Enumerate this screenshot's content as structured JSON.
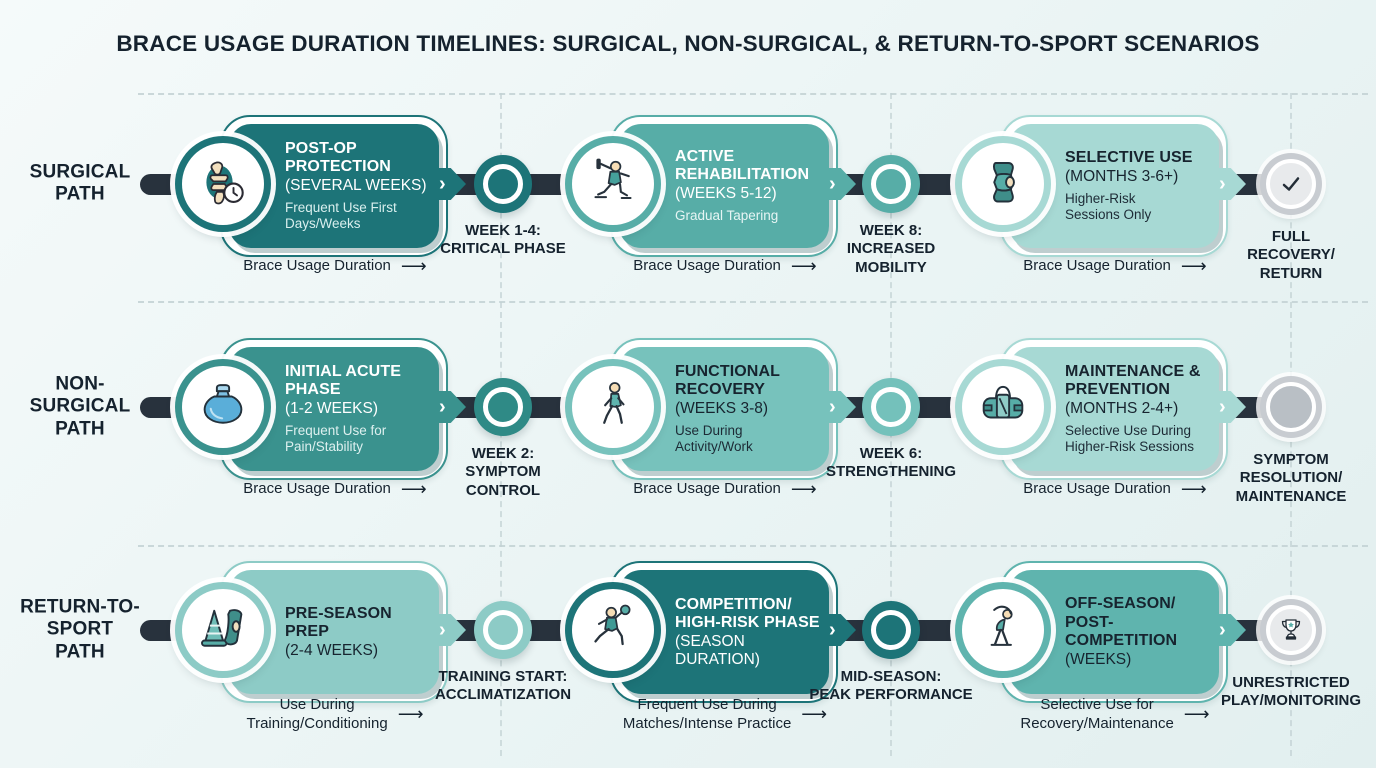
{
  "title": "BRACE USAGE DURATION TIMELINES: SURGICAL, NON-SURGICAL, & RETURN-TO-SPORT SCENARIOS",
  "glyphs": {
    "chevron": "›",
    "arrow": "⟶"
  },
  "colors": {
    "background": "#eaf4f4",
    "bar": "#28323d",
    "grid": "#c3d2d4",
    "text_dark": "#15222e",
    "node_gray": "#c8ccd1",
    "node_gray_inner": "#b9bfc5",
    "node_gray_light": "#e8eaec"
  },
  "tones": {
    "dark": {
      "fill": "#1d7478",
      "text": "#ffffff",
      "sub": "#d9efee"
    },
    "mdark": {
      "fill": "#3a928e",
      "text": "#ffffff",
      "sub": "#ddf0ef"
    },
    "medium": {
      "fill": "#57ada7",
      "text": "#ffffff",
      "sub": "#e6f5f4"
    },
    "medium2": {
      "fill": "#5fb4ae",
      "text": "#17242f",
      "sub": "#1d2b36"
    },
    "mlight": {
      "fill": "#77c2bc",
      "text": "#17242f",
      "sub": "#1d2b36"
    },
    "mlight2": {
      "fill": "#8dcbc6",
      "text": "#17242f",
      "sub": "#1d2b36"
    },
    "light": {
      "fill": "#a7d9d4",
      "text": "#17242f",
      "sub": "#1d2b36"
    }
  },
  "rows": [
    {
      "label": "SURGICAL\nPATH",
      "stages": [
        {
          "icon": "knee-clock",
          "tone": "dark",
          "title": "POST-OP\nPROTECTION",
          "paren": "(SEVERAL WEEKS)",
          "subtitle": "Frequent Use First\nDays/Weeks",
          "caption": "Brace Usage Duration"
        },
        {
          "icon": "rehab",
          "tone": "medium",
          "title": "ACTIVE\nREHABILITATION",
          "paren": "(WEEKS 5-12)",
          "subtitle": "Gradual Tapering",
          "caption": "Brace Usage Duration"
        },
        {
          "icon": "knee-brace",
          "tone": "light",
          "title": "SELECTIVE USE",
          "paren": "(MONTHS 3-6+)",
          "subtitle": "Higher-Risk\nSessions Only",
          "caption": "Brace Usage Duration"
        }
      ],
      "milestones": [
        {
          "label": "WEEK 1-4:\nCRITICAL PHASE",
          "color": "#1d7478"
        },
        {
          "label": "WEEK 8:\nINCREASED\nMOBILITY",
          "color": "#57ada7"
        }
      ],
      "end": {
        "label": "FULL\nRECOVERY/\nRETURN",
        "icon": "check"
      }
    },
    {
      "label": "NON-\nSURGICAL\nPATH",
      "stages": [
        {
          "icon": "ice-pack",
          "tone": "mdark",
          "title": "INITIAL ACUTE\nPHASE",
          "paren": "(1-2 WEEKS)",
          "subtitle": "Frequent Use for\nPain/Stability",
          "caption": "Brace Usage Duration"
        },
        {
          "icon": "walking",
          "tone": "mlight",
          "title": "FUNCTIONAL\nRECOVERY",
          "paren": "(WEEKS 3-8)",
          "subtitle": "Use During\nActivity/Work",
          "caption": "Brace Usage Duration"
        },
        {
          "icon": "gym-bag",
          "tone": "light",
          "title": "MAINTENANCE &\nPREVENTION",
          "paren": "(MONTHS 2-4+)",
          "subtitle": "Selective Use During\nHigher-Risk Sessions",
          "caption": "Brace Usage Duration"
        }
      ],
      "milestones": [
        {
          "label": "WEEK 2:\nSYMPTOM\nCONTROL",
          "color": "#2f8a86"
        },
        {
          "label": "WEEK 6:\nSTRENGTHENING",
          "color": "#74c1bb"
        }
      ],
      "end": {
        "label": "SYMPTOM\nRESOLUTION/\nMAINTENANCE",
        "icon": "plain"
      }
    },
    {
      "label": "RETURN-TO-\nSPORT\nPATH",
      "stages": [
        {
          "icon": "cone",
          "tone": "mlight2",
          "title": "PRE-SEASON\nPREP",
          "paren": "(2-4 WEEKS)",
          "subtitle": "",
          "caption": "Use During\nTraining/Conditioning"
        },
        {
          "icon": "jumping",
          "tone": "dark",
          "title": "COMPETITION/\nHIGH-RISK PHASE",
          "paren": "(SEASON DURATION)",
          "subtitle": "",
          "caption": "Frequent Use During\nMatches/Intense Practice"
        },
        {
          "icon": "stretch",
          "tone": "medium2",
          "title": "OFF-SEASON/\nPOST-COMPETITION",
          "paren": "(WEEKS)",
          "subtitle": "",
          "caption": "Selective Use for\nRecovery/Maintenance"
        }
      ],
      "milestones": [
        {
          "label": "TRAINING START:\nACCLIMATIZATION",
          "color": "#8dcbc6"
        },
        {
          "label": "MID-SEASON:\nPEAK PERFORMANCE",
          "color": "#1d7478"
        }
      ],
      "end": {
        "label": "UNRESTRICTED\nPLAY/MONITORING",
        "icon": "trophy"
      }
    }
  ]
}
